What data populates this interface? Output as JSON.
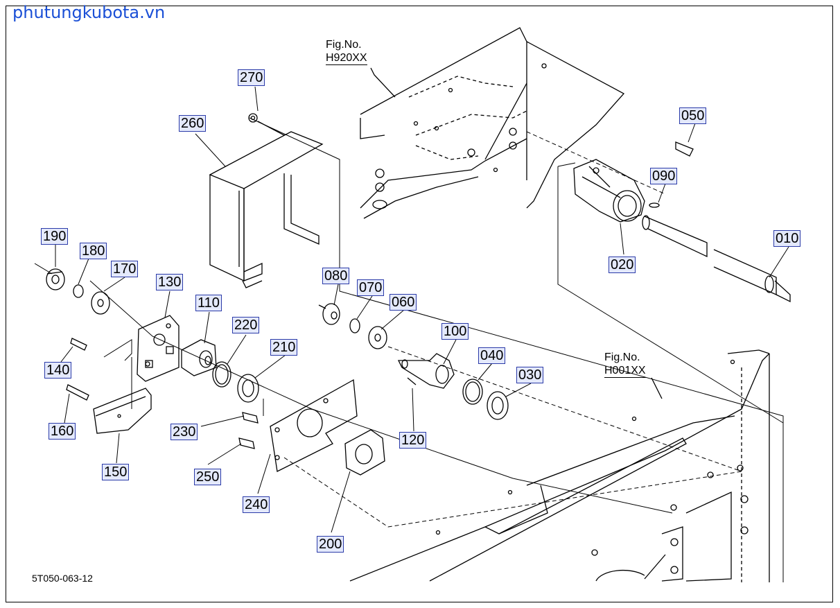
{
  "watermark": "phutungkubota.vn",
  "drawing_number": "5T050-063-12",
  "figure_refs": [
    {
      "line1": "Fig.No.",
      "line2": "H920XX"
    },
    {
      "line1": "Fig.No.",
      "line2": "H001XX"
    }
  ],
  "callouts": [
    "270",
    "260",
    "050",
    "090",
    "010",
    "020",
    "190",
    "180",
    "170",
    "130",
    "110",
    "220",
    "210",
    "080",
    "070",
    "060",
    "100",
    "040",
    "030",
    "140",
    "160",
    "150",
    "230",
    "250",
    "240",
    "200",
    "120"
  ],
  "colors": {
    "callout_border": "#2a3aa8",
    "callout_fill": "#e4e9fb",
    "watermark": "#1a4fd6",
    "line": "#000000"
  }
}
